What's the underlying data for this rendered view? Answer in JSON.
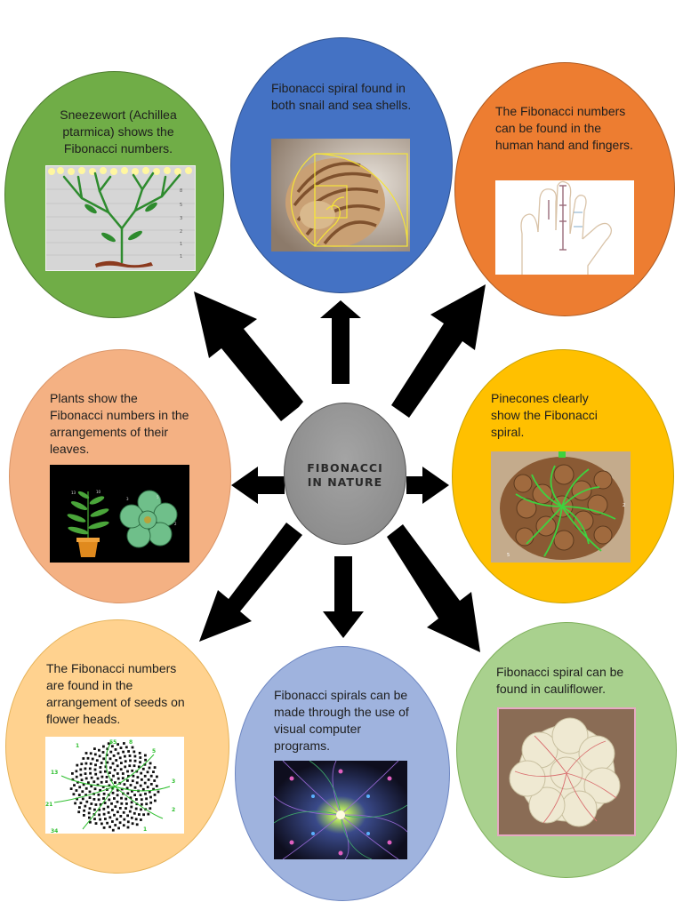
{
  "center": {
    "title_line1": "FIBONACCI",
    "title_line2": "IN NATURE"
  },
  "bubbles": {
    "sneezewort": {
      "text": "Sneezewort (Achillea ptarmica) shows the Fibonacci numbers.",
      "color": "#70ad47"
    },
    "shell": {
      "text": "Fibonacci spiral found in both snail and sea shells.",
      "color": "#4472c4"
    },
    "hand": {
      "text": "The Fibonacci numbers can be found in the human hand and fingers.",
      "color": "#ed7d31"
    },
    "leaves": {
      "text": "Plants show the Fibonacci numbers in the arrangements of their leaves.",
      "color": "#f4b183"
    },
    "pinecone": {
      "text": "Pinecones clearly show the Fibonacci spiral.",
      "color": "#ffc000"
    },
    "seeds": {
      "text": "The Fibonacci numbers are found in the arrangement of seeds on flower heads.",
      "color": "#ffd28f"
    },
    "computer": {
      "text": "Fibonacci spirals can be made through the use of visual computer programs.",
      "color": "#9fb3de"
    },
    "cauliflower": {
      "text": "Fibonacci spiral can be found in cauliflower.",
      "color": "#a9d18e"
    }
  },
  "figure_labels": {
    "sneezewort_levels": [
      "8",
      "5",
      "3",
      "2",
      "1",
      "1"
    ],
    "sunflower_numbers": [
      "55",
      "34",
      "21",
      "13",
      "8",
      "5",
      "3",
      "2",
      "1",
      "1"
    ]
  }
}
